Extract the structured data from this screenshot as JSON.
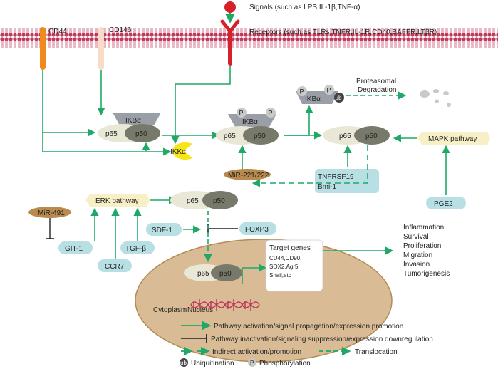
{
  "signals_label": "Signals (such as LPS,IL-1β,TNF-α)",
  "receptors_label": "Receptors (such as TLRs,TNFR,IL-1R,CD40,BAFFR,LTβR)",
  "cd44": "CD44",
  "cd146": "CD146",
  "proteasomal": "Proteasomal",
  "degradation": "Degradation",
  "ikba": "IKBα",
  "ikka": "IKKα",
  "p65": "p65",
  "p50": "p50",
  "p_mark": "P",
  "ub_mark": "ub",
  "mir221": "MiR-221/222",
  "tnfrsf19": "TNFRSF19",
  "bmi1": "Bmi-1",
  "mapk": "MAPK pathway",
  "pge2": "PGE2",
  "erk": "ERK pathway",
  "mir491": "MiR-491",
  "git1": "GIT-1",
  "ccr7": "CCR7",
  "tgfb": "TGF-β",
  "sdf1": "SDF-1",
  "foxp3": "FOXP3",
  "target_title": "Target genes",
  "target_lines": [
    "CD44,CD90,",
    "SOX2,Agr5,",
    "Snail,etc"
  ],
  "outcomes": [
    "Inflammation",
    "Survival",
    "Proliferation",
    "Migration",
    "Invasion",
    "Tumorigenesis"
  ],
  "cytoplasm": "Cytoplasm",
  "nucleus": "Nucleus",
  "legend": {
    "activation": "Pathway activation/signal propagation/expression promotion",
    "inactivation": "Pathway inactivation/signaling suppression/expression downregulation",
    "indirect": "Indirect activation/promotion",
    "translocation": "Translocation",
    "ubiquitination": "Ubiquitination",
    "phosphorylation": "Phosphorylation"
  },
  "colors": {
    "green": "#1fa866",
    "membrane": "#c0395a",
    "cd44": "#f08a1a",
    "cd146": "#f7dcc8",
    "ikk": "#f5e614",
    "mir": "#b98a4e",
    "teal_box": "#b8e0e4",
    "pathway": "#f7f0c6",
    "nucleus": "#d9bc95",
    "p65": "#e9e8d6",
    "p50": "#77796a",
    "ikba": "#9a9ea6"
  }
}
